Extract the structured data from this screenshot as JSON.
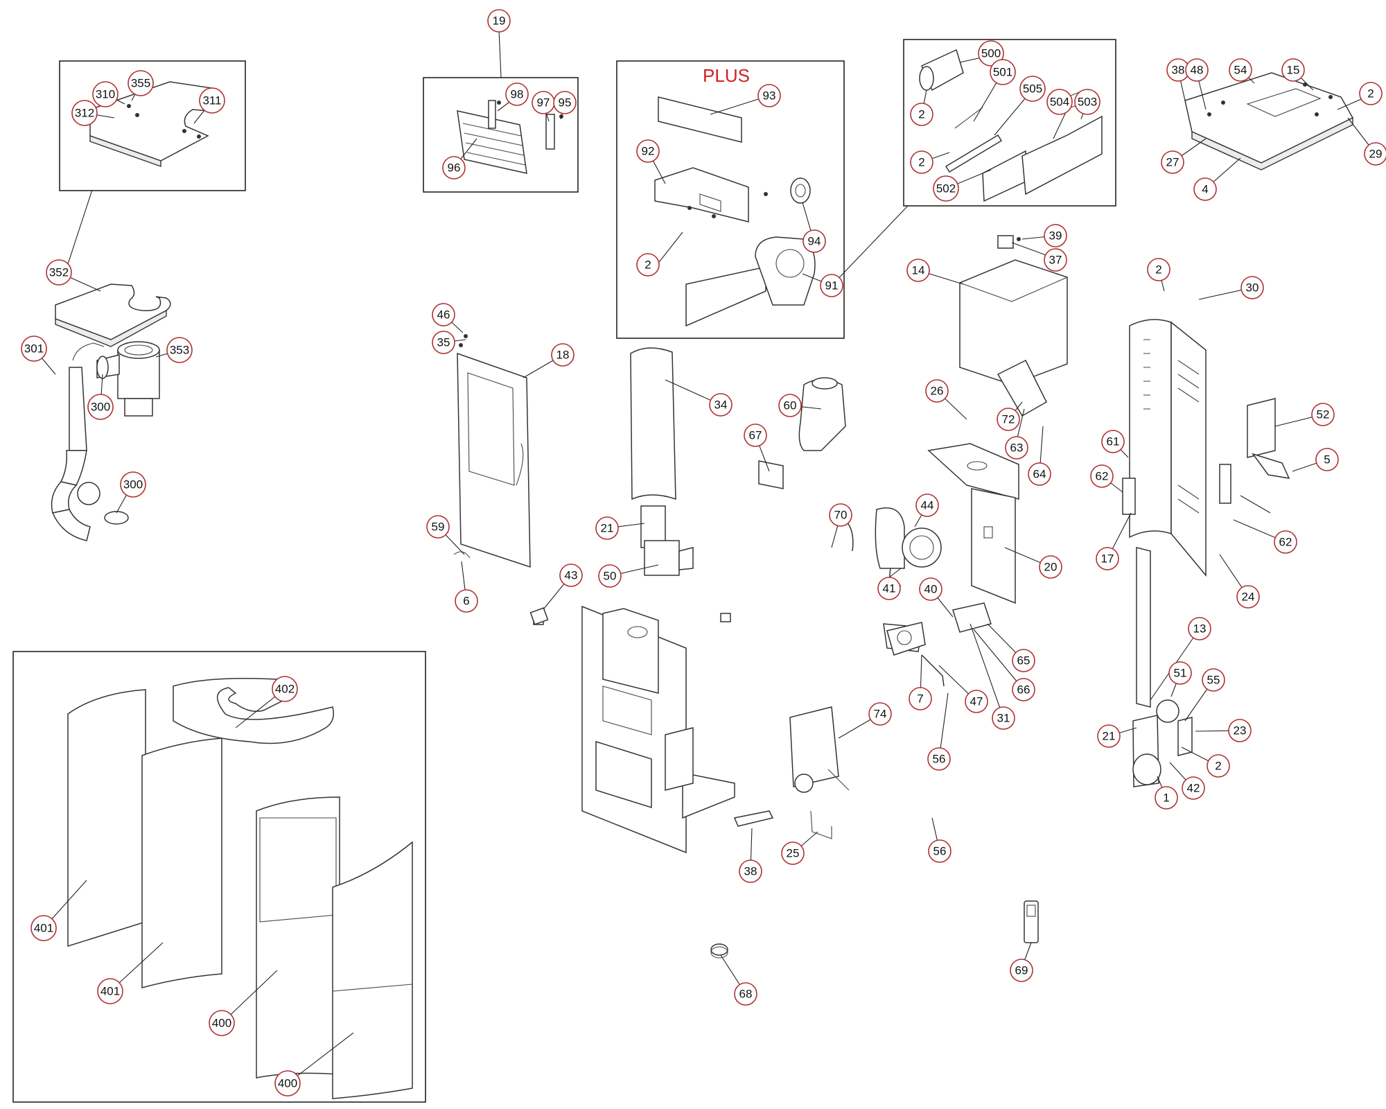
{
  "diagram": {
    "plus_label": "PLUS",
    "callouts": [
      "19",
      "98",
      "97",
      "95",
      "96",
      "93",
      "92",
      "94",
      "2",
      "91",
      "500",
      "501",
      "2",
      "505",
      "504",
      "503",
      "2",
      "502",
      "38",
      "48",
      "54",
      "15",
      "2",
      "27",
      "29",
      "4",
      "355",
      "310",
      "311",
      "312",
      "352",
      "301",
      "353",
      "300",
      "300",
      "46",
      "35",
      "18",
      "59",
      "6",
      "34",
      "21",
      "50",
      "43",
      "67",
      "60",
      "70",
      "41",
      "44",
      "39",
      "37",
      "14",
      "26",
      "72",
      "63",
      "64",
      "20",
      "40",
      "65",
      "66",
      "7",
      "47",
      "31",
      "56",
      "74",
      "56",
      "25",
      "38",
      "2",
      "30",
      "52",
      "5",
      "61",
      "62",
      "17",
      "62",
      "24",
      "13",
      "51",
      "55",
      "21",
      "23",
      "2",
      "42",
      "1",
      "69",
      "68",
      "402",
      "401",
      "401",
      "400",
      "400"
    ]
  }
}
